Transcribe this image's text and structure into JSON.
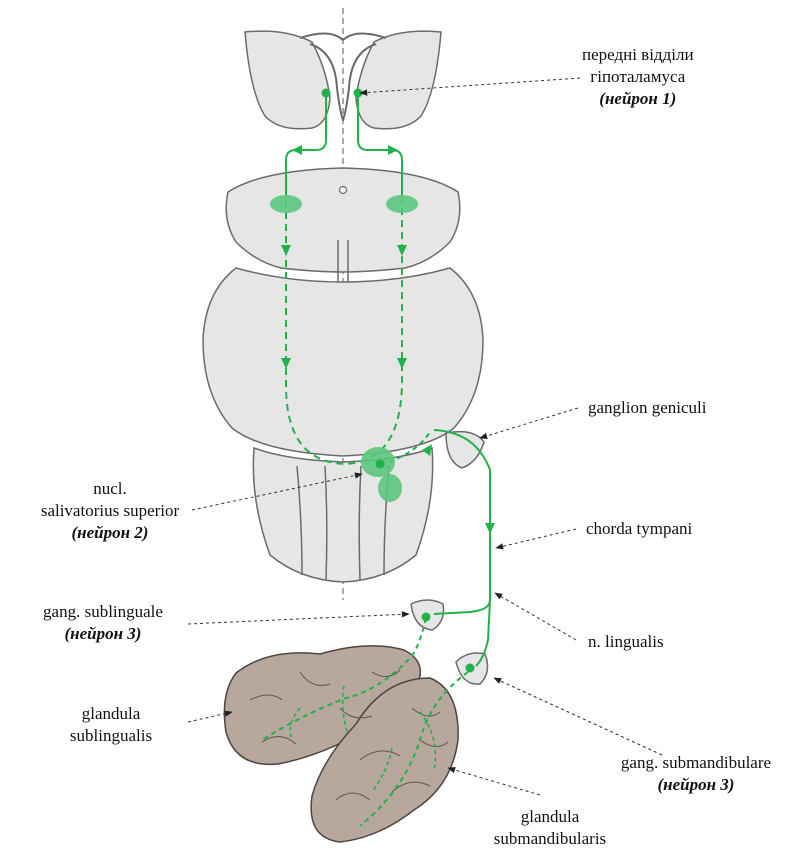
{
  "colors": {
    "brain": "#e6e6e6",
    "brain_stroke": "#6b6b6b",
    "pathway": "#22b24c",
    "nucleus": "#5cc77e",
    "gland": "#b8a79d",
    "gland_stroke": "#4d4540",
    "leader": "#333333"
  },
  "labels": {
    "hypothalamus": {
      "line1": "передні відділи",
      "line2": "гіпоталамуса",
      "neuron": "(нейрон 1)"
    },
    "ganglion_geniculi": "ganglion geniculi",
    "nucleus": {
      "line1": "nucl.",
      "line2": "salivatorius superior",
      "neuron": "(нейрон 2)"
    },
    "chorda_tympani": "chorda tympani",
    "gang_sublinguale": {
      "line1": "gang. sublinguale",
      "neuron": "(нейрон 3)"
    },
    "n_lingualis": "n. lingualis",
    "glandula_sublingualis": {
      "line1": "glandula",
      "line2": "sublingualis"
    },
    "gang_submandibulare": {
      "line1": "gang. submandibulare",
      "neuron": "(нейрон 3)"
    },
    "glandula_submandibularis": {
      "line1": "glandula",
      "line2": "submandibularis"
    }
  }
}
